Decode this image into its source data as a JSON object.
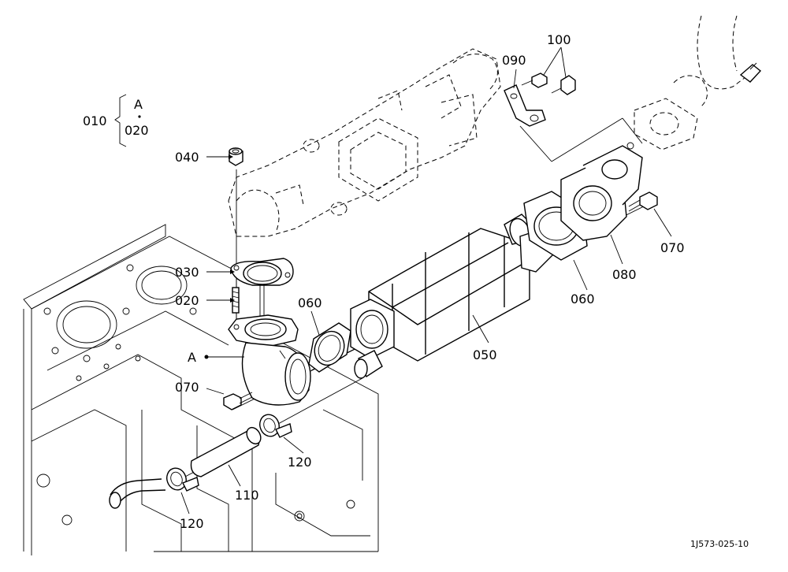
{
  "parts": {
    "p010": "010",
    "p020_group": "020",
    "group_a": "A",
    "p020": "020",
    "p030": "030",
    "p040": "040",
    "p050": "050",
    "p060_left": "060",
    "p060_right": "060",
    "p070_left": "070",
    "p070_right": "070",
    "p080": "080",
    "p090": "090",
    "p100": "100",
    "p110": "110",
    "p120_upper": "120",
    "p120_lower": "120",
    "label_a": "A"
  },
  "reference_code": "1J573-025-10"
}
